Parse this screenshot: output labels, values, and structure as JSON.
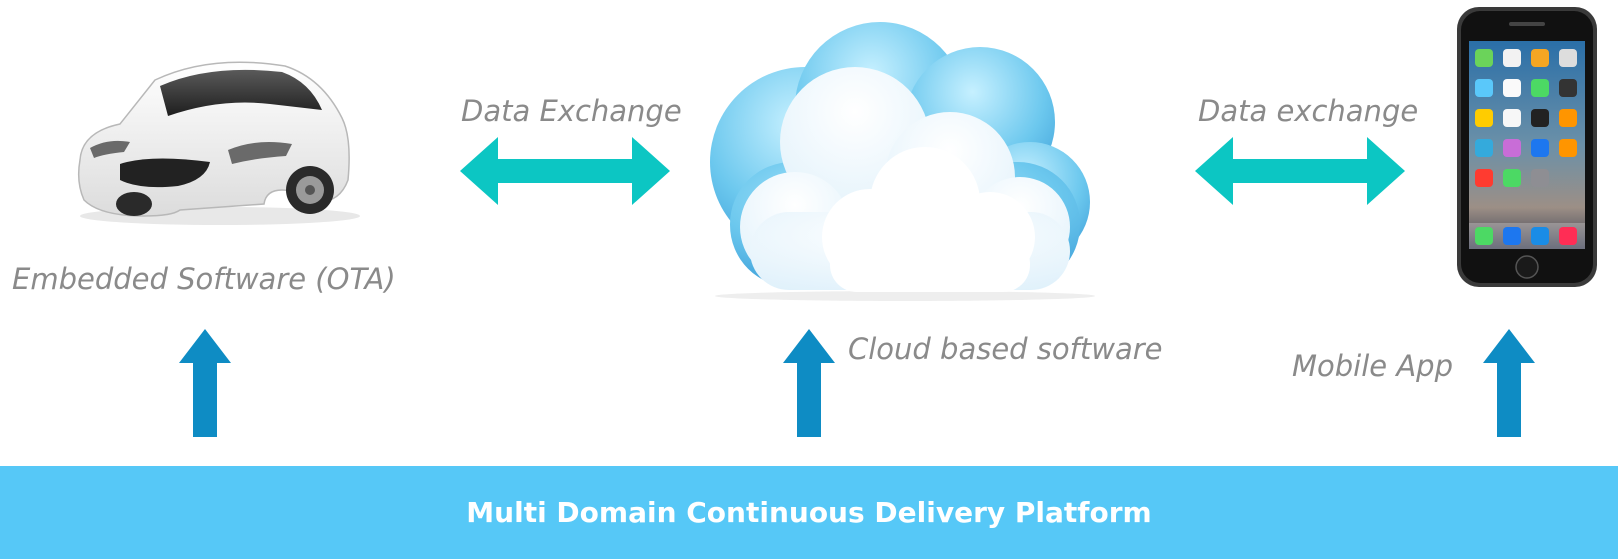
{
  "labels": {
    "data_exchange_left": "Data Exchange",
    "data_exchange_right": "Data exchange",
    "embedded": "Embedded Software (OTA)",
    "cloud": "Cloud based software",
    "mobile": "Mobile App"
  },
  "platform": {
    "label": "Multi Domain Continuous Delivery Platform"
  },
  "icons": {
    "car": "car-icon",
    "cloud": "cloud-icon",
    "phone": "smartphone-icon"
  },
  "colors": {
    "exchange_arrow": "#0cc6c3",
    "up_arrow": "#0e8cc4",
    "platform_bar": "#56c8f7",
    "label_text": "#8a8a8a"
  }
}
